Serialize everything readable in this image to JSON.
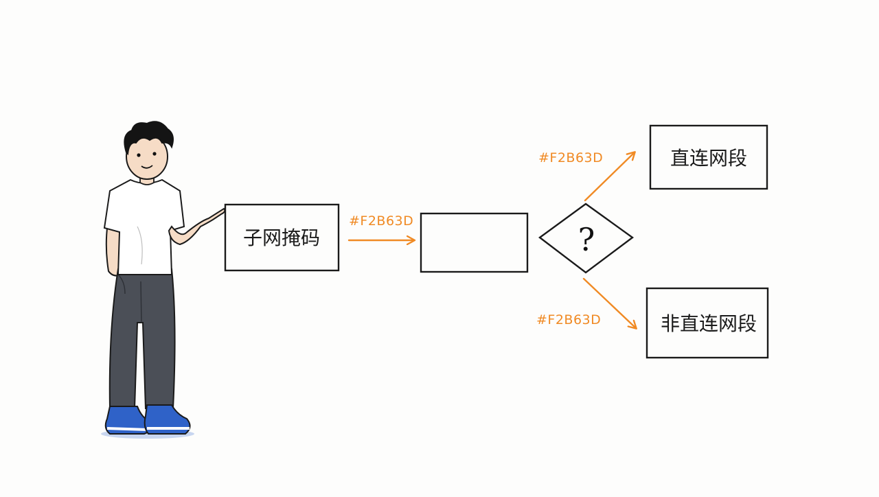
{
  "diagram": {
    "source_box": {
      "label": "子网掩码"
    },
    "middle_box": {
      "label": ""
    },
    "decision": {
      "label": "?"
    },
    "top_box": {
      "label": "直连网段"
    },
    "bottom_box": {
      "label": "非直连网段"
    },
    "arrows": {
      "first": {
        "label": "#F2B63D"
      },
      "upper": {
        "label": "#F2B63D"
      },
      "lower": {
        "label": "#F2B63D"
      }
    }
  },
  "colors": {
    "arrow": "#F08A24",
    "stroke": "#1a1a1a",
    "shirt": "#ffffff",
    "pants": "#4b4f57",
    "shoes": "#2f62c8",
    "skin": "#f6dcc6",
    "hair": "#141414"
  }
}
